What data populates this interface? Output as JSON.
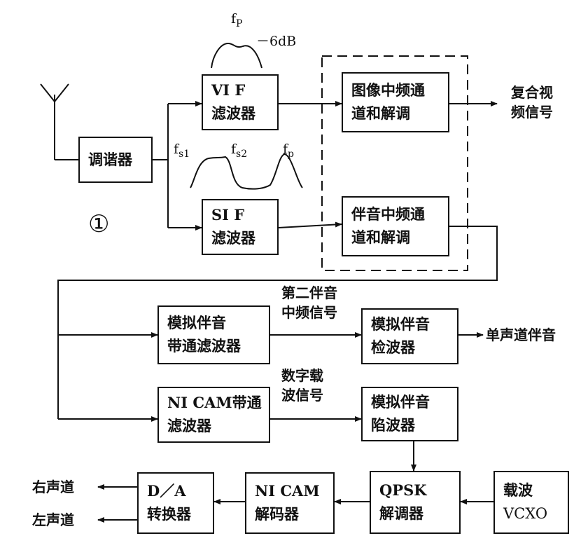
{
  "figure_number": "①",
  "blocks": {
    "tuner": "调谐器",
    "vif": [
      "VI F",
      "滤波器"
    ],
    "sif": [
      "SI F",
      "滤波器"
    ],
    "picture_if": [
      "图像中频通",
      "道和解调"
    ],
    "sound_if": [
      "伴音中频通",
      "道和解调"
    ],
    "analog_bpf": [
      "模拟伴音",
      "带通滤波器"
    ],
    "analog_detector": [
      "模拟伴音",
      "检波器"
    ],
    "nicam_bpf": [
      "NI CAM带通",
      "滤波器"
    ],
    "analog_trap": [
      "模拟伴音",
      "陷波器"
    ],
    "da": [
      "D／A",
      "转换器"
    ],
    "nicam_decoder": [
      "NI CAM",
      "解码器"
    ],
    "qpsk": [
      "QPSK",
      "解调器"
    ],
    "vcxo": [
      "载波",
      "VCXO"
    ]
  },
  "signals": {
    "composite_video": [
      "复合视",
      "频信号"
    ],
    "second_sound_if": [
      "第二伴音",
      "中频信号"
    ],
    "digital_carrier": [
      "数字载",
      "波信号"
    ],
    "mono_sound": "单声道伴音",
    "right_channel": "右声道",
    "left_channel": "左声道"
  },
  "curve_labels": {
    "fp_top": "f",
    "fp_top_sub": "P",
    "minus6db": "－6dB",
    "fs1": "f",
    "fs1_sub": "s1",
    "fs2": "f",
    "fs2_sub": "s2",
    "fp_mid": "f",
    "fp_mid_sub": "p"
  }
}
